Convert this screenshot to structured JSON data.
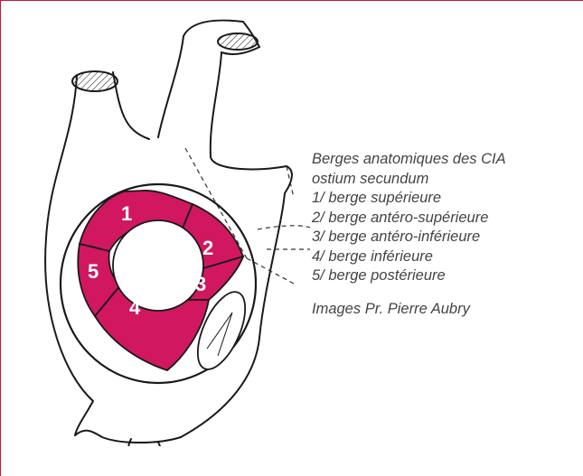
{
  "caption": {
    "title_line1": "Berges anatomiques des CIA",
    "title_line2": "ostium secundum",
    "items": [
      "1/ berge supérieure",
      "2/ berge antéro-supérieure",
      "3/ berge antéro-inférieure",
      "4/ berge inférieure",
      "5/ berge postérieure"
    ],
    "credit": "Images Pr. Pierre Aubry"
  },
  "diagram": {
    "segment_labels": [
      "1",
      "2",
      "3",
      "4",
      "5"
    ],
    "accent_color": "#d1175f",
    "frame_color": "#c8173d"
  }
}
